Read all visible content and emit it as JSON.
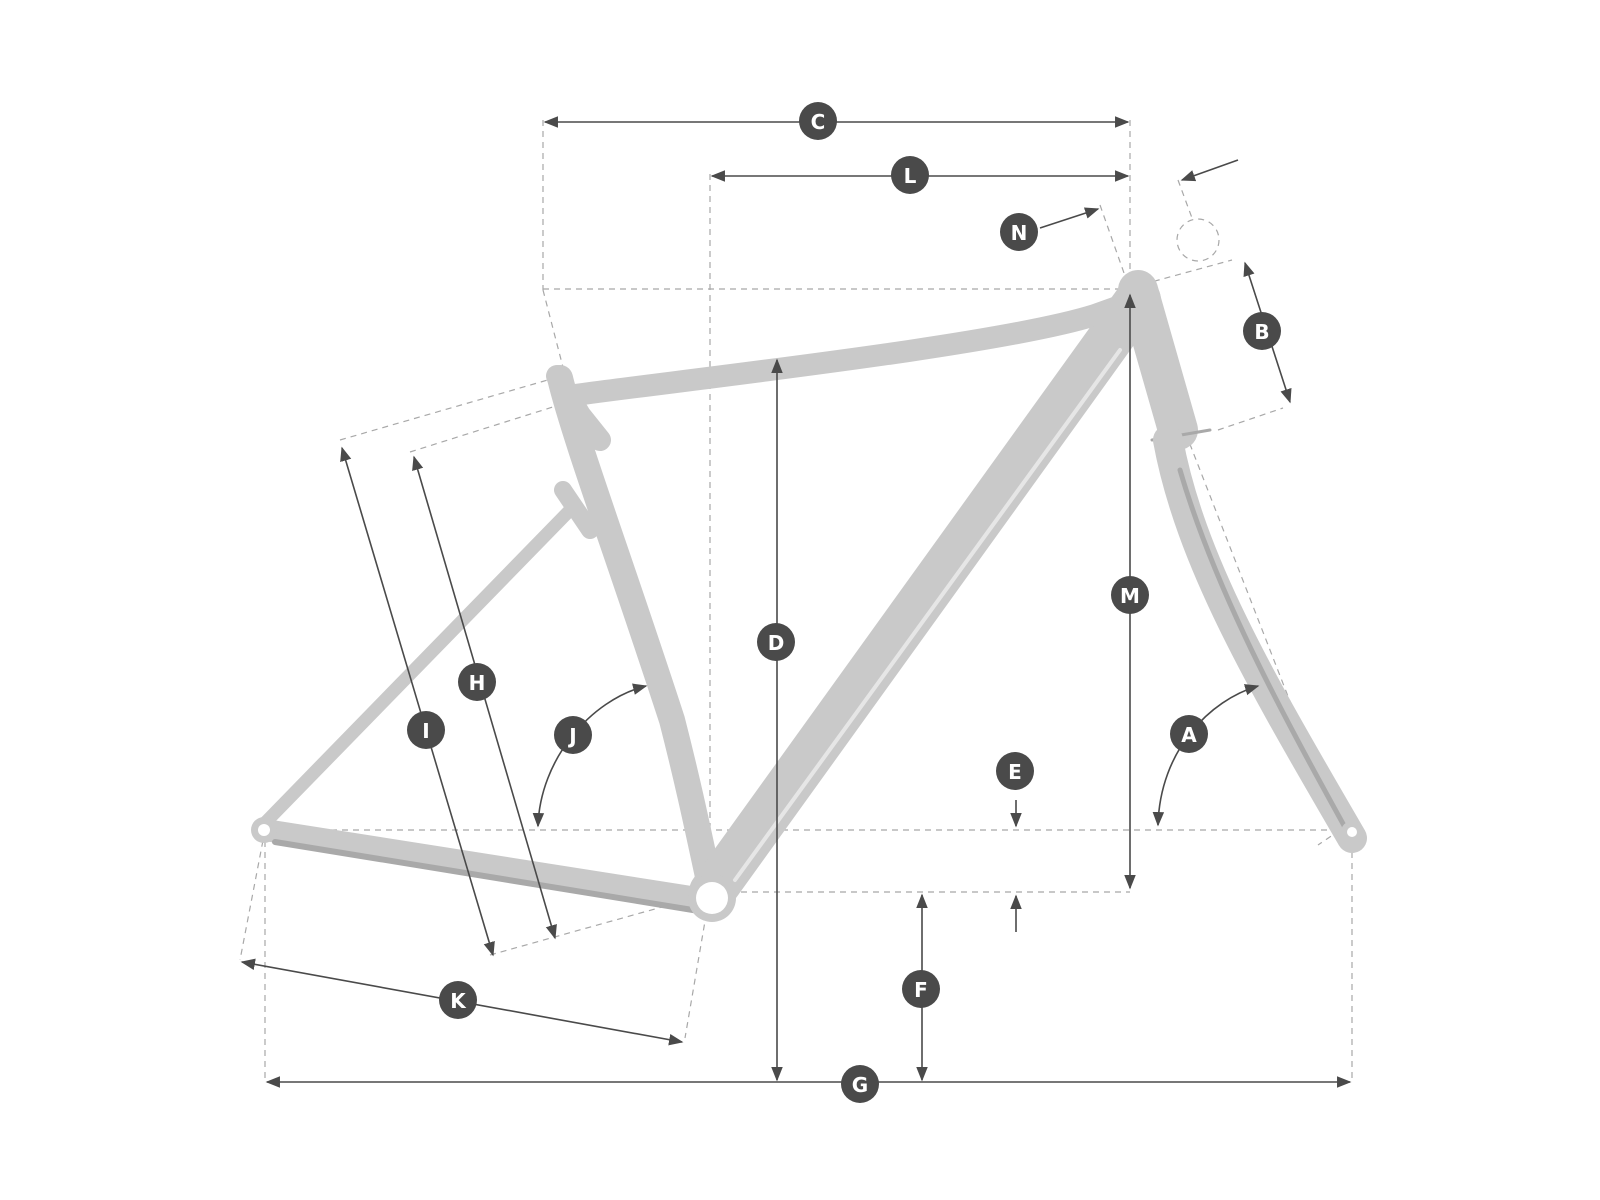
{
  "badges": {
    "a": "A",
    "b": "B",
    "c": "C",
    "d": "D",
    "e": "E",
    "f": "F",
    "g": "G",
    "h": "H",
    "i": "I",
    "j": "J",
    "k": "K",
    "l": "L",
    "m": "M",
    "n": "N"
  },
  "colors": {
    "frame": "#c9c9c9",
    "frame_shadow": "#a9a9a9",
    "dimension_line": "#4a4a4a",
    "guide_line": "#a8a8a8",
    "badge": "#4a4a4a",
    "background": "#ffffff"
  }
}
